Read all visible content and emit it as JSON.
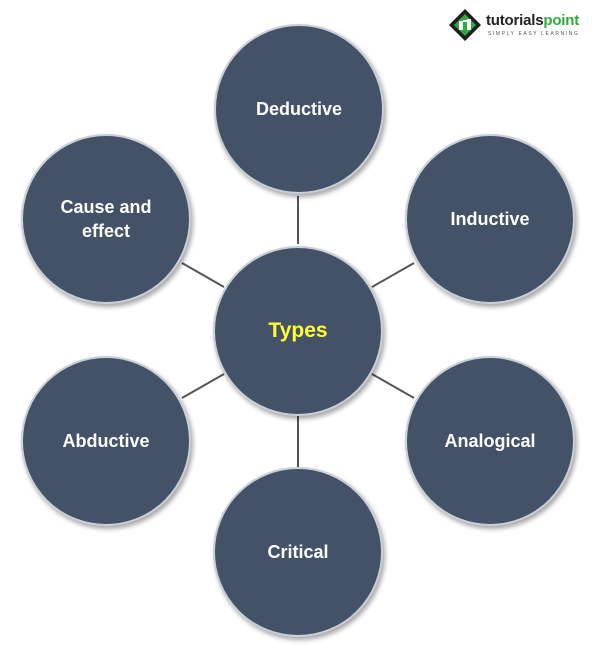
{
  "diagram": {
    "center": {
      "label": "Types",
      "label_color": "#ffff33"
    },
    "nodes": [
      {
        "id": "deductive",
        "label": "Deductive"
      },
      {
        "id": "inductive",
        "label": "Inductive"
      },
      {
        "id": "analogical",
        "label": "Analogical"
      },
      {
        "id": "critical",
        "label": "Critical"
      },
      {
        "id": "abductive",
        "label": "Abductive"
      },
      {
        "id": "cause-and-effect",
        "label": "Cause and\neffect"
      }
    ],
    "colors": {
      "node_fill": "#435266",
      "node_border": "#c9cfd6",
      "connector": "#555555",
      "node_text": "#ffffff"
    }
  },
  "logo": {
    "brand_left": "tutorials",
    "brand_right": "point",
    "tagline": "SIMPLY EASY LEARNING",
    "brand_left_color": "#222222",
    "brand_right_color": "#2eaa3f"
  }
}
